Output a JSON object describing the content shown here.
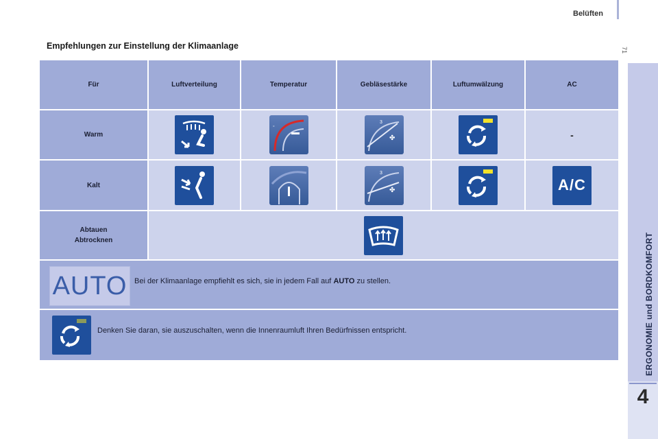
{
  "header": {
    "title": "Belüften",
    "page_number": "71"
  },
  "sidebar": {
    "section": "ERGONOMIE und BORDKOMFORT",
    "chapter": "4"
  },
  "section_title": "Empfehlungen zur Einstellung der Klimaanlage",
  "table": {
    "headers": [
      "Für",
      "Luftverteilung",
      "Temperatur",
      "Gebläsestärke",
      "Luftumwälzung",
      "AC"
    ],
    "rows": [
      {
        "label_lines": [
          "Warm"
        ],
        "cells": [
          "windshield-feet-icon",
          "temperature-dial-warm-icon",
          "fan-dial-icon",
          "recirculation-icon",
          "-"
        ]
      },
      {
        "label_lines": [
          "Kalt"
        ],
        "cells": [
          "face-vent-icon",
          "temperature-dial-cold-icon",
          "fan-dial-icon",
          "recirculation-icon",
          "A/C"
        ]
      },
      {
        "label_lines": [
          "Abtauen",
          "Abtrocknen"
        ],
        "cells": [
          "defrost-windshield-icon"
        ]
      }
    ]
  },
  "notes": {
    "auto_button_label": "AUTO",
    "auto_note_prefix": "Bei der Klimaanlage empfiehlt es sich, sie in jedem Fall auf",
    "auto_note_bold": "AUTO",
    "auto_note_suffix": "zu stellen.",
    "recirc_note": "Denken Sie daran, sie auszuschalten, wenn die Innenraumluft Ihren Bedürfnissen entspricht."
  },
  "colors": {
    "header_cell": "#9fabd8",
    "value_cell": "#cdd3ec",
    "icon_blue": "#1f4f9c",
    "indicator_yellow": "#f2e12a",
    "warm_needle": "#d62a2a"
  }
}
